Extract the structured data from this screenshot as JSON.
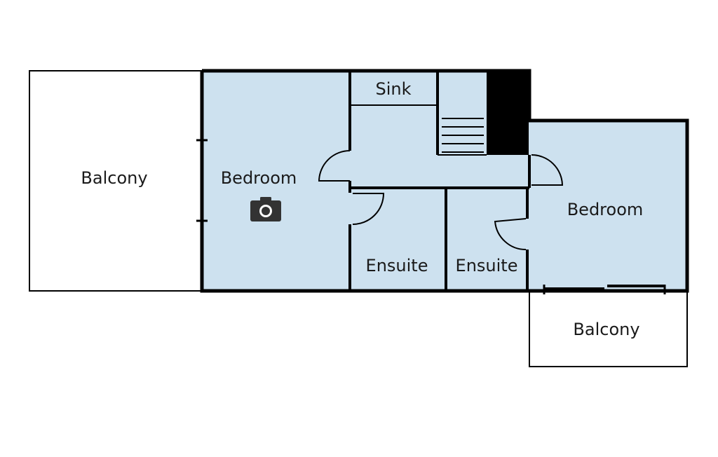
{
  "colors": {
    "room_fill": "#cde1ef",
    "wall": "#000000",
    "outline": "#000000",
    "balcony_fill": "#ffffff",
    "icon": "#333333"
  },
  "rooms": {
    "balcony_left": "Balcony",
    "bedroom_left": "Bedroom",
    "sink": "Sink",
    "ensuite_left": "Ensuite",
    "ensuite_right": "Ensuite",
    "bedroom_right": "Bedroom",
    "balcony_bottom_right": "Balcony"
  },
  "icons": {
    "camera": "camera-icon",
    "stairs": "stairs-icon"
  }
}
